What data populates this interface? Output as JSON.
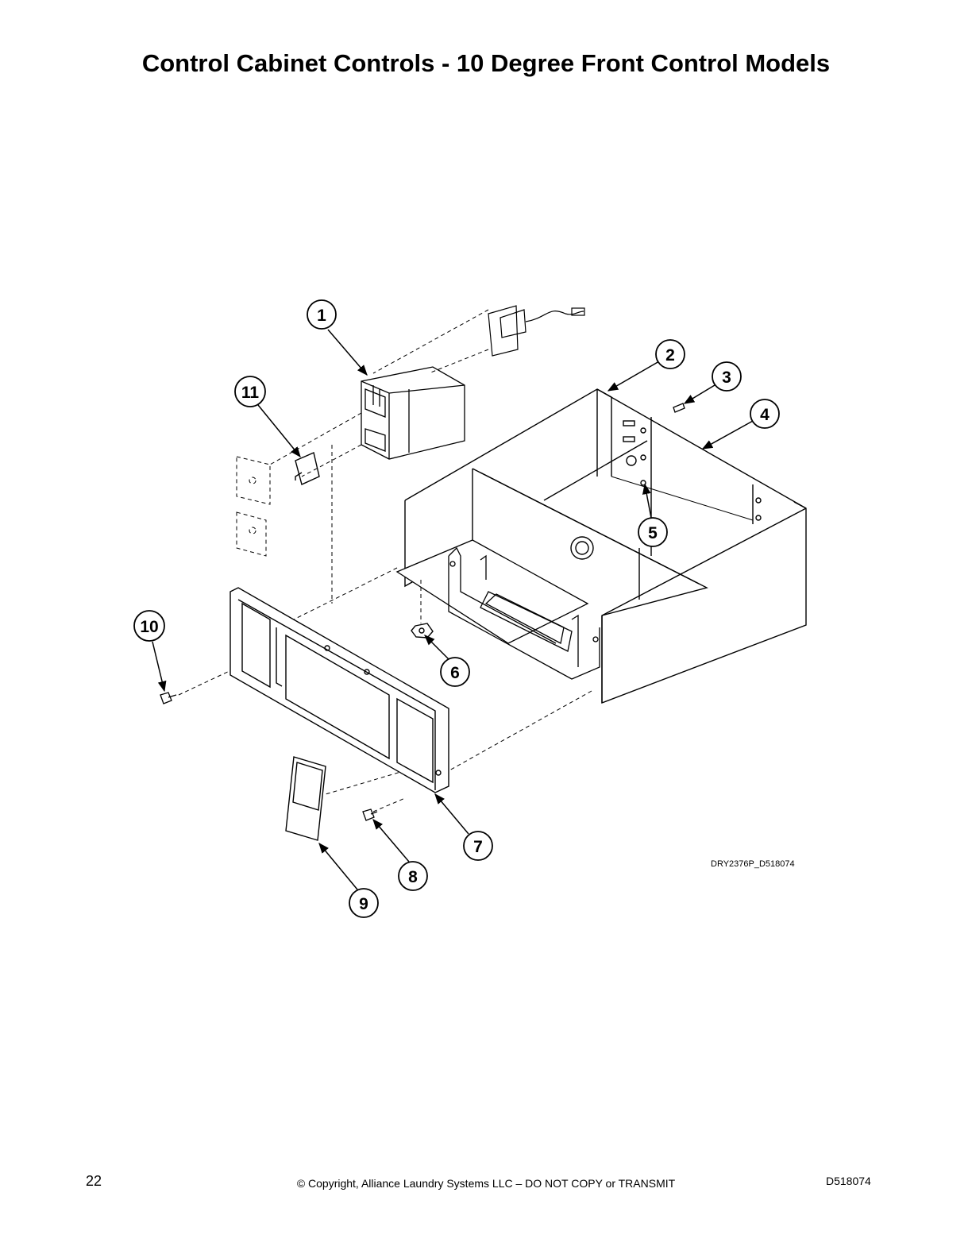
{
  "page": {
    "title": "Control Cabinet Controls - 10 Degree Front Control Models",
    "figure_id": "DRY2376P_D518074",
    "page_number": "22",
    "copyright": "© Copyright, Alliance Laundry Systems LLC – DO NOT COPY or TRANSMIT",
    "document_number": "D518074"
  },
  "callouts": [
    "1",
    "2",
    "3",
    "4",
    "5",
    "6",
    "7",
    "8",
    "9",
    "10",
    "11"
  ]
}
